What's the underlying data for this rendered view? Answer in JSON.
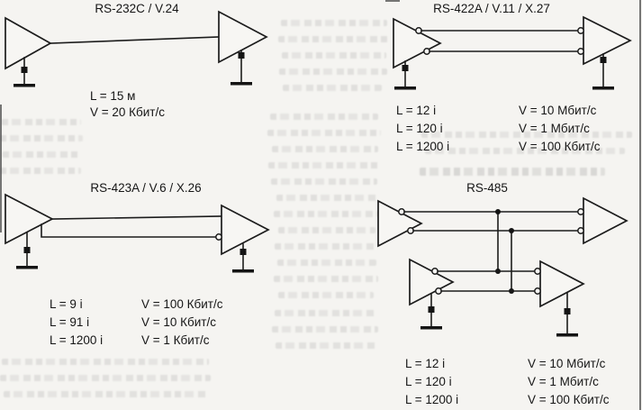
{
  "colors": {
    "ink": "#1c1c1c",
    "paper": "#f5f4f1"
  },
  "diagrams": [
    {
      "title": "RS-232C / V.24",
      "specs": [
        {
          "l": "L = 15 м",
          "v": "V = 20 Кбит/с"
        }
      ]
    },
    {
      "title": "RS-422A / V.11 / X.27",
      "specs": [
        {
          "l": "L = 12 i",
          "v": "V = 10 Мбит/с"
        },
        {
          "l": "L = 120 i",
          "v": "V = 1 Мбит/с"
        },
        {
          "l": "L = 1200 i",
          "v": "V = 100 Кбит/с"
        }
      ]
    },
    {
      "title": "RS-423A / V.6 / X.26",
      "specs": [
        {
          "l": "L = 9 i",
          "v": "V = 100 Кбит/с"
        },
        {
          "l": "L = 91 i",
          "v": "V = 10 Кбит/с"
        },
        {
          "l": "L = 1200 i",
          "v": "V = 1 Кбит/с"
        }
      ]
    },
    {
      "title": "RS-485",
      "specs": [
        {
          "l": "L = 12 i",
          "v": "V = 10 Мбит/с"
        },
        {
          "l": "L = 120 i",
          "v": "V = 1 Мбит/с"
        },
        {
          "l": "L = 1200 i",
          "v": "V = 100 Кбит/с"
        }
      ]
    }
  ]
}
